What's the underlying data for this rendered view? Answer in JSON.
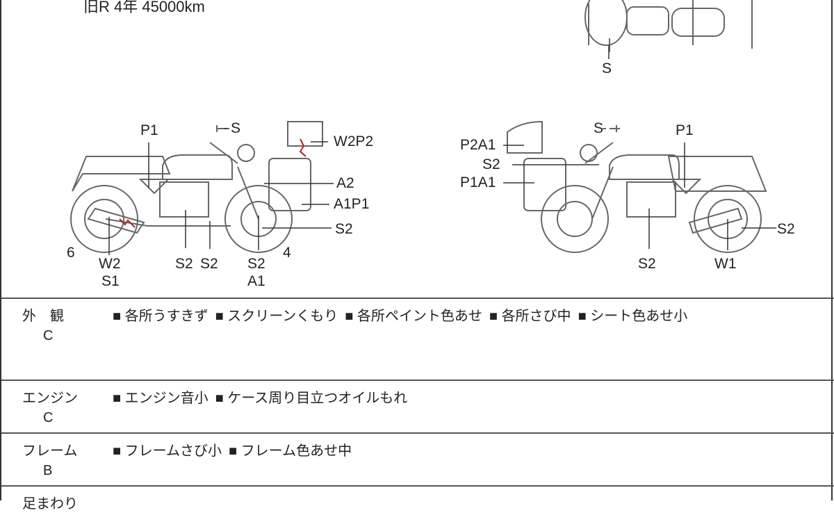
{
  "header": {
    "text": "旧R  4年  45000km"
  },
  "diagram": {
    "top_view": {
      "s": "S"
    },
    "left_side": {
      "p1": "P1",
      "s": "S",
      "w2p2": "W2P2",
      "a2": "A2",
      "a1p1": "A1P1",
      "s2_right": "S2",
      "six": "6",
      "w2": "W2",
      "s1": "S1",
      "s2_a": "S2",
      "s2_b": "S2",
      "s2_c": "S2",
      "a1": "A1",
      "four": "4"
    },
    "right_side": {
      "p2a1": "P2A1",
      "s2_left": "S2",
      "p1a1": "P1A1",
      "s": "S",
      "p1": "P1",
      "s2_right": "S2",
      "s2_bottom": "S2",
      "w1": "W1"
    }
  },
  "rows": [
    {
      "category": "外　観",
      "grade": "C",
      "items": [
        "各所うすきず",
        "スクリーンくもり",
        "各所ペイント色あせ",
        "各所さび中",
        "シート色あせ小"
      ]
    },
    {
      "category": "エンジン",
      "grade": "C",
      "items": [
        "エンジン音小",
        "ケース周り目立つオイルもれ"
      ]
    },
    {
      "category": "フレーム",
      "grade": "B",
      "items": [
        "フレームさび小",
        "フレーム色あせ中"
      ]
    },
    {
      "category": "足まわり",
      "grade": "",
      "items": []
    }
  ],
  "colors": {
    "damage": "#b22222",
    "line": "#555555"
  }
}
